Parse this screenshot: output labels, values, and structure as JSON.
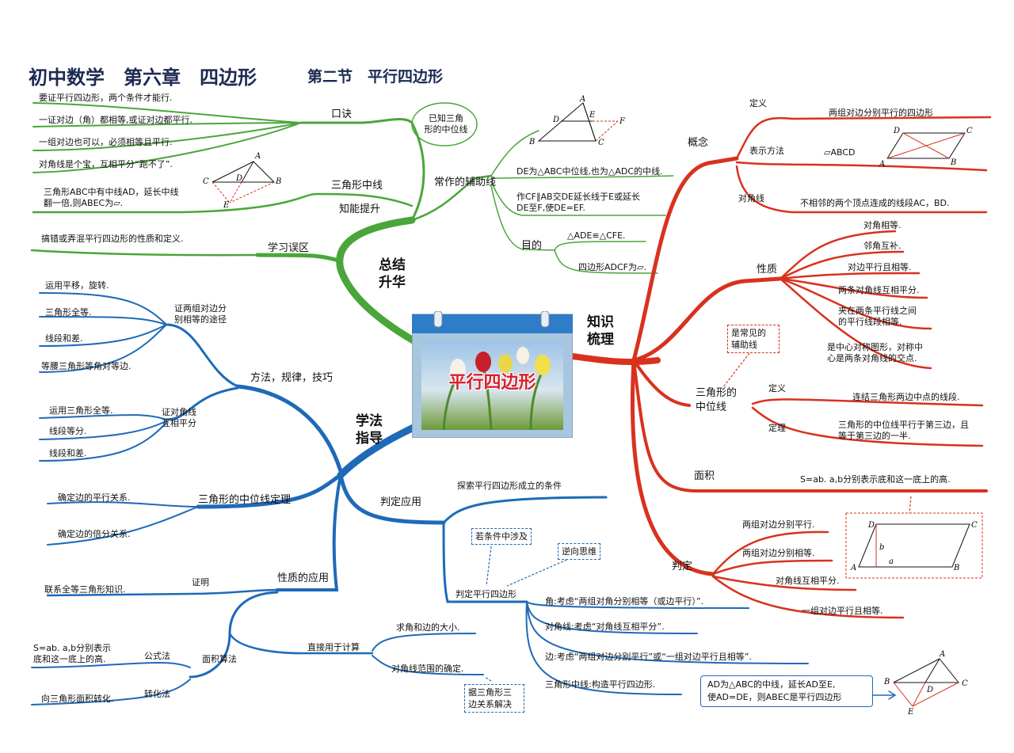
{
  "title": {
    "main": "初中数学　第六章　四边形",
    "section": "第二节　平行四边形"
  },
  "center": {
    "label": "平行四边形"
  },
  "hubs": {
    "summary": "总结\n升华",
    "knowledge": "知识\n梳理",
    "method": "学法\n指导"
  },
  "green": {
    "koujue": {
      "label": "口诀",
      "items": [
        "要证平行四边形，两个条件才能行.",
        "一证对边（角）都相等,或证对边都平行.",
        "一组对边也可以，必须相等且平行.",
        "对角线是个宝，互相平分“跑不了”."
      ]
    },
    "midline": {
      "label": "三角形中线",
      "text": "三角形ABC中有中线AD，延长中线\n翻一倍,则ABEC为▱."
    },
    "improve": "知能提升",
    "mistake": {
      "label": "学习误区",
      "text": "搞错或弄混平行四边形的性质和定义."
    },
    "aux": {
      "label": "常作的辅助线",
      "bubble": "已知三角\n形的中位线",
      "line1": "DE为△ABC中位线,也为△ADC的中线.",
      "line2": "作CF∥AB交DE延长线于E或延长\nDE至F,使DE=EF.",
      "purpose": "目的",
      "p1": "△ADE≌△CFE.",
      "p2": "四边形ADCF为▱."
    }
  },
  "red": {
    "concept": {
      "label": "概念",
      "def_label": "定义",
      "def_text": "两组对边分别平行的四边形",
      "notation_label": "表示方法",
      "notation_text": "▱ABCD",
      "diag_label": "对角线",
      "diag_text": "不相邻的两个顶点连成的线段AC，BD."
    },
    "props": {
      "label": "性质",
      "items": [
        "对角相等.",
        "邻角互补.",
        "对边平行且相等.",
        "两条对角线互相平分.",
        "夹在两条平行线之间\n的平行线段相等.",
        "是中心对称图形，对称中\n心是两条对角线的交点."
      ]
    },
    "midline": {
      "label": "三角形的\n中位线",
      "note": "是常见的\n辅助线",
      "def_label": "定义",
      "def_text": "连结三角形两边中点的线段.",
      "thm_label": "定理",
      "thm_text": "三角形的中位线平行于第三边，且\n等于第三边的一半."
    },
    "area": {
      "label": "面积",
      "text": "S=ab. a,b分别表示底和这一底上的高."
    },
    "judge": {
      "label": "判定",
      "items": [
        "两组对边分别平行.",
        "两组对边分别相等.",
        "对角线互相平分.",
        "一组对边平行且相等."
      ]
    }
  },
  "blue": {
    "methods": {
      "label": "方法，规律，技巧",
      "g1_label": "证两组对边分\n别相等的途径",
      "g1_items": [
        "运用平移，旋转.",
        "三角形全等.",
        "线段和差.",
        "等腰三角形等角对等边."
      ],
      "g2_label": "证对角线\n互相平分",
      "g2_items": [
        "运用三角形全等.",
        "线段等分.",
        "线段和差."
      ]
    },
    "midtheorem": {
      "label": "三角形的中位线定理",
      "items": [
        "确定边的平行关系.",
        "确定边的倍分关系."
      ]
    },
    "proof": {
      "label": "证明",
      "text": "联系全等三角形知识."
    },
    "propapp": "性质的应用",
    "area": {
      "label": "面积算法",
      "formula_label": "公式法",
      "formula_text": "S=ab. a,b分别表示\n底和这一底上的高.",
      "convert_label": "转化法",
      "convert_text": "向三角形面积转化."
    },
    "calc": {
      "label": "直接用于计算",
      "items": [
        "求角和边的大小.",
        "对角线范围的确定."
      ],
      "note": "据三角形三\n边关系解决"
    },
    "judgeapp": {
      "label": "判定应用",
      "explore": "探索平行四边形成立的条件",
      "judge": "判定平行四边形",
      "note1": "若条件中涉及",
      "note2": "逆向思维",
      "items": [
        "角:考虑“两组对角分别相等（或边平行）”.",
        "对角线:考虑“对角线互相平分”.",
        "边:考虑“两组对边分别平行”或“一组对边平行且相等”.",
        "三角形中线:构造平行四边形."
      ],
      "box": "AD为△ABC的中线，延长AD至E,\n使AD=DE，则ABEC是平行四边形"
    }
  },
  "figures": {
    "tri1": [
      "A",
      "D",
      "E",
      "F",
      "B",
      "C"
    ],
    "tri2": [
      "A",
      "C",
      "D",
      "B",
      "E"
    ],
    "para1": [
      "D",
      "C",
      "A",
      "B"
    ],
    "para2": [
      "D",
      "C",
      "A",
      "B",
      "b",
      "a"
    ],
    "tri3": [
      "A",
      "B",
      "C",
      "D",
      "E"
    ]
  },
  "colors": {
    "green": "#4aa63a",
    "red": "#d8321e",
    "blue": "#1e6ab8",
    "title": "#1c2a52"
  }
}
